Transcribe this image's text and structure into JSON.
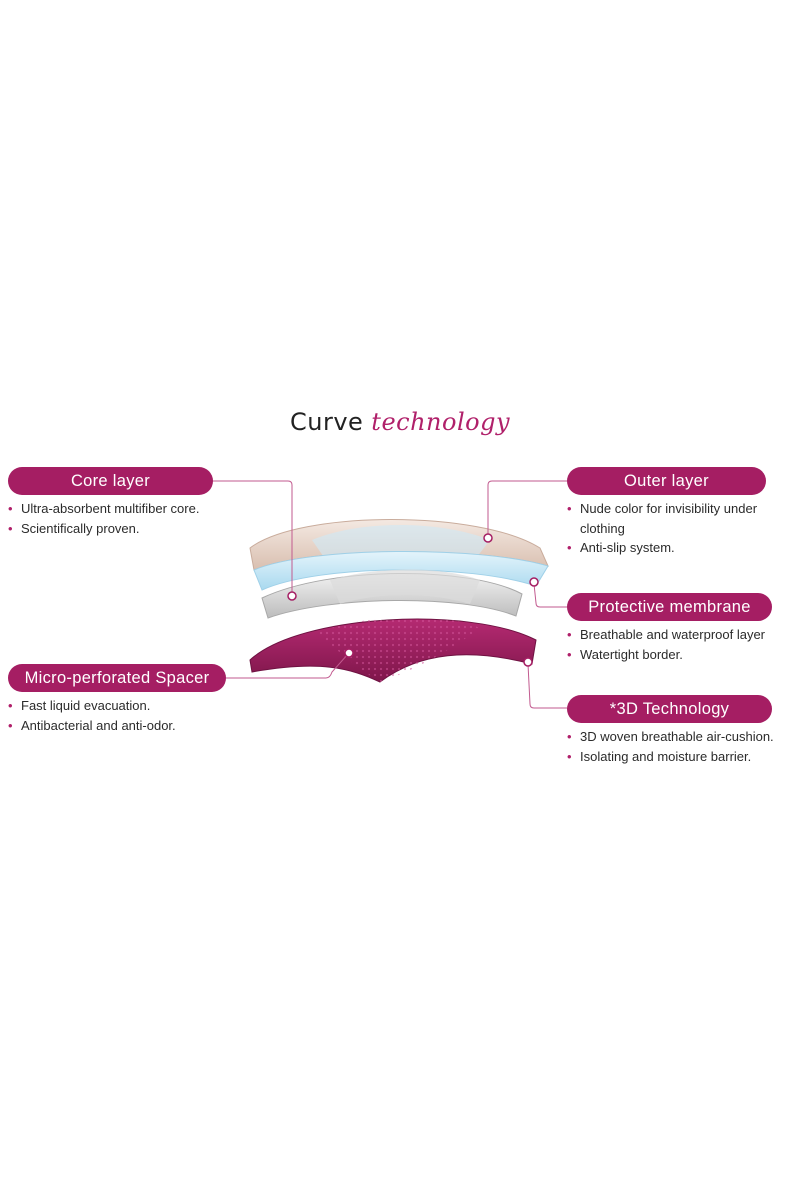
{
  "title": {
    "main": "Curve",
    "accent": "technology"
  },
  "labels": {
    "core": {
      "heading": "Core layer",
      "bullets": [
        "Ultra-absorbent multifiber core.",
        "Scientifically proven."
      ]
    },
    "spacer": {
      "heading": "Micro-perforated Spacer",
      "bullets": [
        "Fast liquid evacuation.",
        "Antibacterial and anti-odor."
      ]
    },
    "outer": {
      "heading": "Outer layer",
      "bullets": [
        "Nude color for invisibility under clothing",
        "Anti-slip system."
      ]
    },
    "membrane": {
      "heading": "Protective membrane",
      "bullets": [
        "Breathable and waterproof layer",
        "Watertight border."
      ]
    },
    "tech3d": {
      "heading": "*3D Technology",
      "bullets": [
        "3D woven breathable air-cushion.",
        "Isolating and moisture barrier."
      ]
    }
  },
  "colors": {
    "accent": "#a51e63",
    "nude": "#ead7cc",
    "membrane": "#bfe3f3",
    "core": "#c9c9c9",
    "spacer": "#8e1a55"
  }
}
